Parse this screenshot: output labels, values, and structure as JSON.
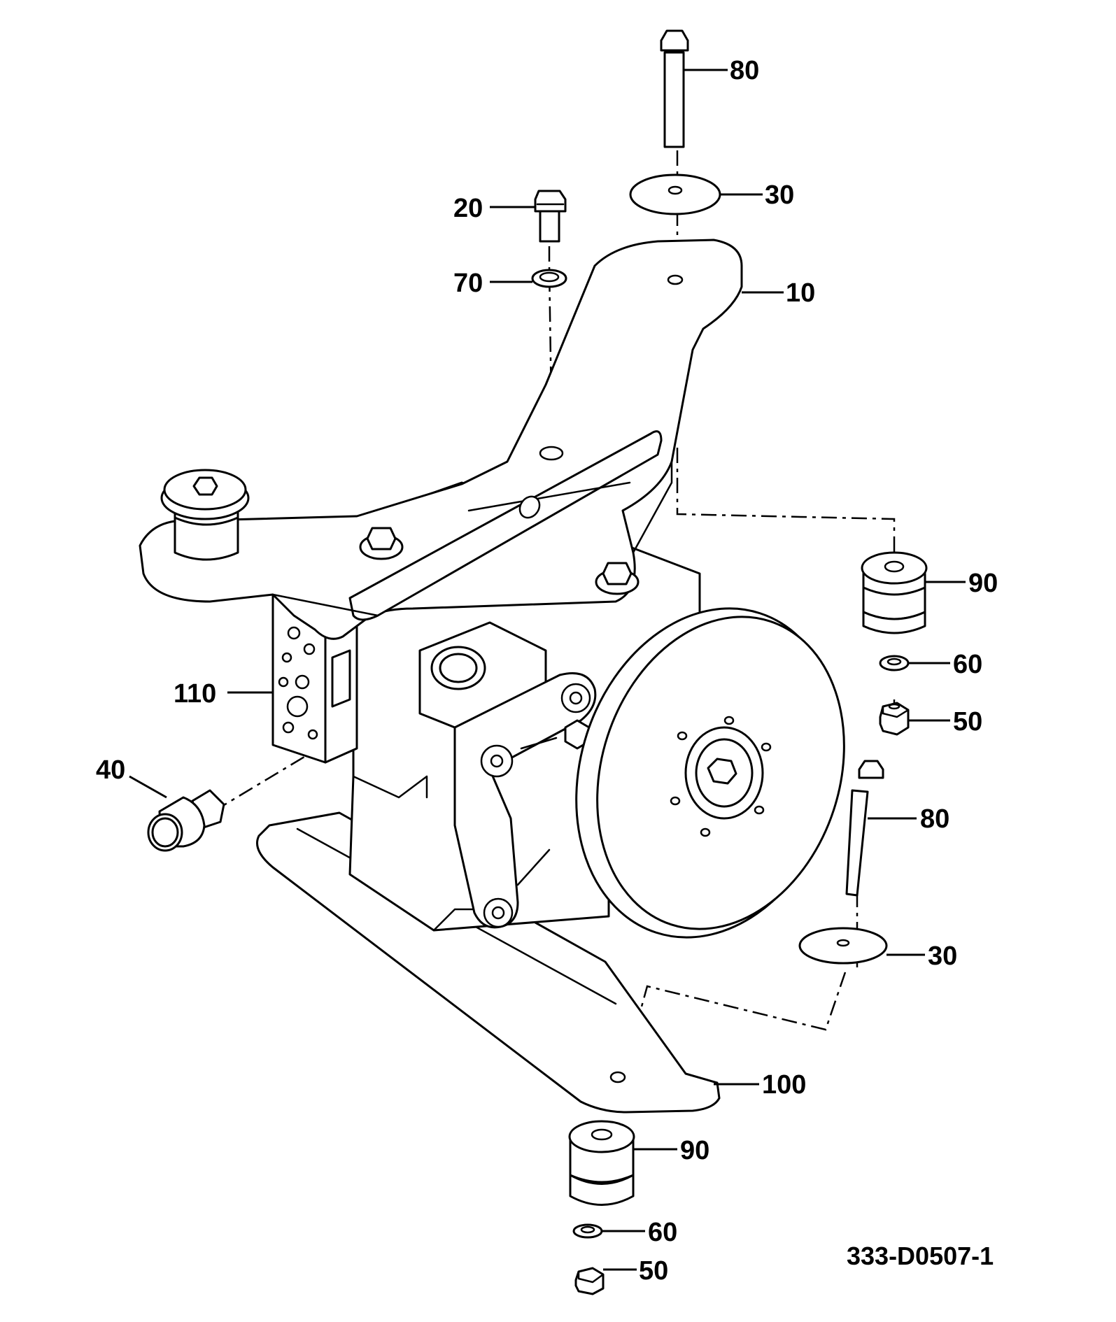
{
  "callouts": {
    "c80_top": "80",
    "c30_top": "30",
    "c20": "20",
    "c70": "70",
    "c10": "10",
    "c90_right": "90",
    "c60_right": "60",
    "c50_right": "50",
    "c110": "110",
    "c40": "40",
    "c80_right": "80",
    "c30_right": "30",
    "c100": "100",
    "c90_bottom": "90",
    "c60_bottom": "60",
    "c50_bottom": "50"
  },
  "drawing_number": "333-D0507-1"
}
